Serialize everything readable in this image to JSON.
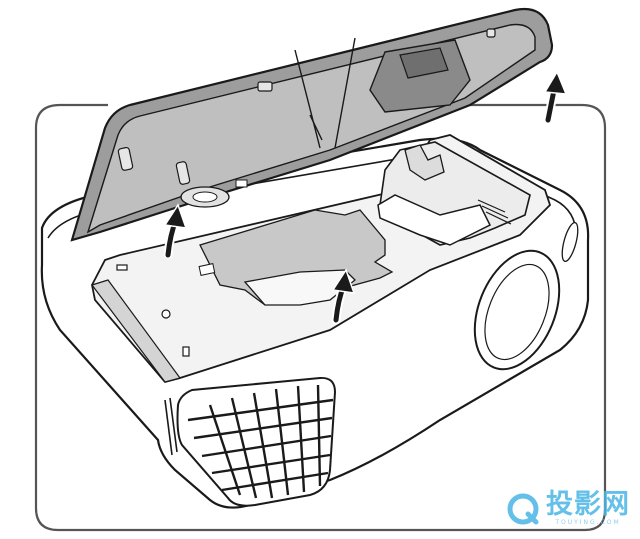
{
  "figure": {
    "subject": "projector-lamp-cover-removal",
    "colors": {
      "outline": "#1a1a1a",
      "cover_fill": "#9d9d9d",
      "inner_fill": "#c9c9c9",
      "paper_fill": "#f4f4f4",
      "body_fill": "#ffffff",
      "frame_stroke": "#555555",
      "watermark": "#49b6e6"
    },
    "icons": [
      "lift-arrow-icon",
      "lift-arrow-icon",
      "lift-arrow-icon"
    ]
  },
  "watermark": {
    "text": "投影网",
    "subtext": "TOUYING.COM"
  }
}
